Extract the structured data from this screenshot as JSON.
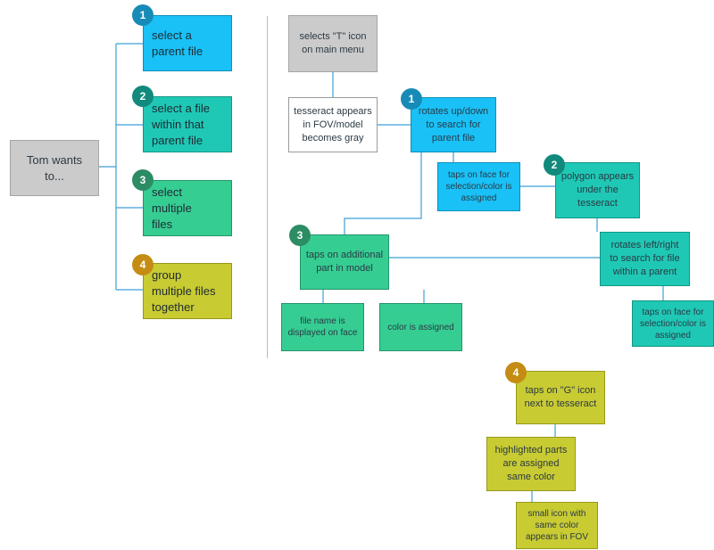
{
  "colors": {
    "blue": "#19c1f7",
    "teal": "#1fc8b5",
    "green": "#36cd93",
    "olive": "#c9cb32",
    "gray": "#cbcbcb",
    "connector": "#3d9fd6",
    "badge_1": "#178bb7",
    "badge_2": "#11897c",
    "badge_3": "#2c8c64",
    "badge_4": "#c48c12"
  },
  "root": {
    "label": "Tom wants\nto..."
  },
  "goals": [
    {
      "badge": "1",
      "label": "select a\nparent file"
    },
    {
      "badge": "2",
      "label": "select a file\nwithin that\nparent file"
    },
    {
      "badge": "3",
      "label": "select\nmultiple\nfiles"
    },
    {
      "badge": "4",
      "label": "group\nmultiple files\ntogether"
    }
  ],
  "flow": {
    "start": "selects \"T\" icon\non main menu",
    "tesseract": "tesseract appears\nin FOV/model\nbecomes gray",
    "step1": {
      "badge": "1",
      "label": "rotates up/down\nto search for\nparent file"
    },
    "step1_tap": "taps on face for\nselection/color is\nassigned",
    "step2": {
      "badge": "2",
      "label": "polygon appears\nunder the\ntesseract"
    },
    "step2_rotate": "rotates left/right\nto search for file\nwithin a parent",
    "step2_tap": "taps on face for\nselection/color is\nassigned",
    "step3": {
      "badge": "3",
      "label": "taps on additional\npart in model"
    },
    "step3_name": "file name is\ndisplayed on face",
    "step3_color": "color is assigned",
    "step4": {
      "badge": "4",
      "label": "taps on \"G\" icon\nnext to tesseract"
    },
    "step4_highlight": "highlighted parts\nare assigned\nsame color",
    "step4_icon": "small icon with\nsame color\nappears in FOV"
  }
}
